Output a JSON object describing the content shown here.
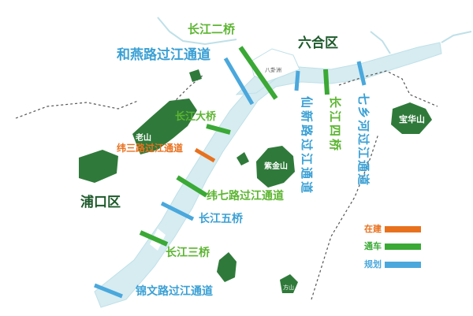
{
  "map": {
    "labels": {
      "chang_er_qiao": "长江二桥",
      "he_yan_lu": "和燕路过江通道",
      "liu_he_qu": "六合区",
      "ba_gua_zhou": "八卦洲",
      "xian_xin_lu": "仙新路过江通道",
      "chang_si_qiao": "长江四桥",
      "qi_xiang_he": "七乡河过江通道",
      "bao_hua_shan": "宝华山",
      "chang_da_qiao": "长江大桥",
      "lao_shan": "老山",
      "wei_san_lu": "纬三路过江通道",
      "zi_jin_shan": "紫金山",
      "pu_kou_qu": "浦口区",
      "wei_qi_lu": "纬七路过江通道",
      "chang_wu_qiao": "长江五桥",
      "chang_san_qiao": "长江三桥",
      "jin_wen_lu": "锦文路过江通道",
      "fang_shan": "方山"
    },
    "legend": {
      "items": [
        {
          "label": "在建",
          "color": "#e8711e"
        },
        {
          "label": "通车",
          "color": "#3aa935"
        },
        {
          "label": "规划",
          "color": "#4aa8dc"
        }
      ]
    },
    "colors": {
      "river": "#d6ecf1",
      "river_edge": "#bfe0e8",
      "mountain": "#2f7a3a",
      "boundary": "#555555",
      "label_blue": "#3aa0d4",
      "label_green": "#5cb531",
      "label_orange": "#e8711e",
      "label_dark": "#1d5a2b"
    }
  }
}
